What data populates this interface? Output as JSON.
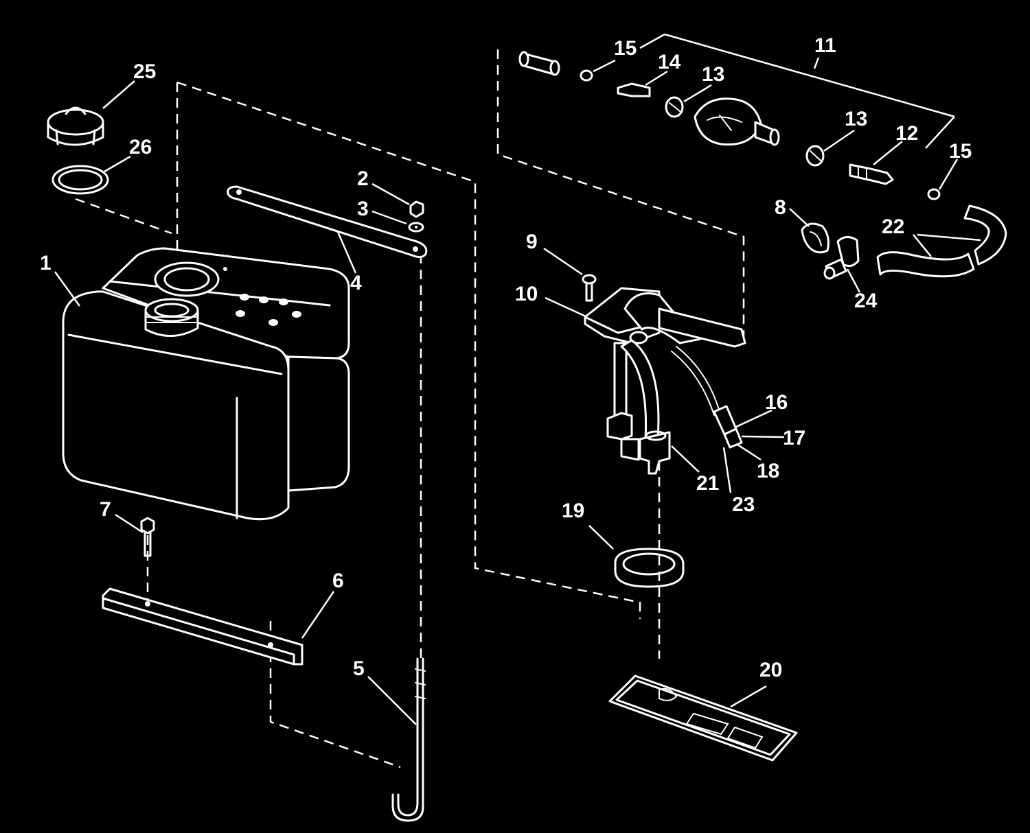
{
  "callouts": {
    "c1": "1",
    "c2": "2",
    "c3": "3",
    "c4": "4",
    "c5": "5",
    "c6": "6",
    "c7": "7",
    "c8": "8",
    "c9": "9",
    "c10": "10",
    "c11": "11",
    "c12": "12",
    "c13a": "13",
    "c13b": "13",
    "c14": "14",
    "c15a": "15",
    "c15b": "15",
    "c16": "16",
    "c17": "17",
    "c18": "18",
    "c19": "19",
    "c20": "20",
    "c21": "21",
    "c22": "22",
    "c23": "23",
    "c24": "24",
    "c25": "25",
    "c26": "26"
  },
  "colors": {
    "background": "#000000",
    "line": "#ffffff"
  }
}
